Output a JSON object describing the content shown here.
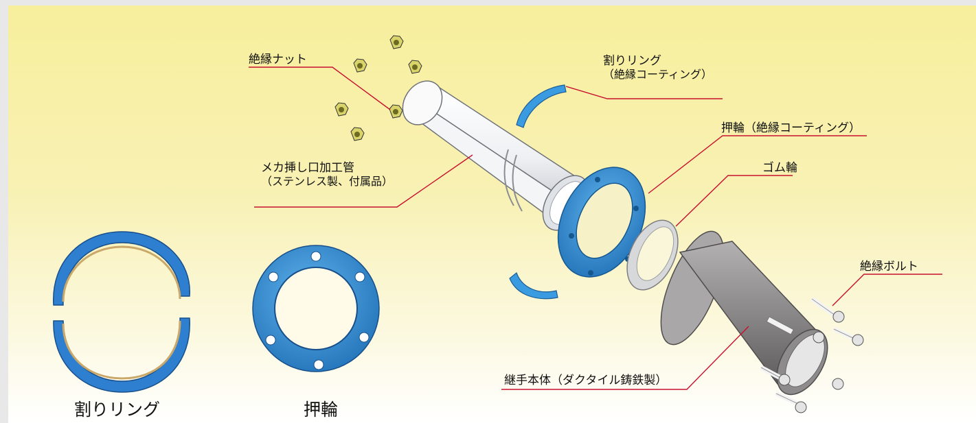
{
  "labels": {
    "insulating_nut": "絶縁ナット",
    "split_ring": "割りリング",
    "split_ring_note": "（絶縁コーティング）",
    "gland": "押輪（絶縁コーティング）",
    "rubber_ring": "ゴム輪",
    "spigot_pipe": "メカ挿し口加工管",
    "spigot_pipe_note": "（ステンレス製、付属品）",
    "insulating_bolt": "絶縁ボルト",
    "joint_body": "継手本体（ダクタイル鋳鉄製）"
  },
  "captions": {
    "split_ring": "割りリング",
    "gland": "押輪"
  },
  "colors": {
    "leader_line": "#c8102e",
    "coating_blue": "#2f8fd6",
    "nut_yellow": "#c9c23a",
    "cast_iron": "#8c8a8a"
  }
}
